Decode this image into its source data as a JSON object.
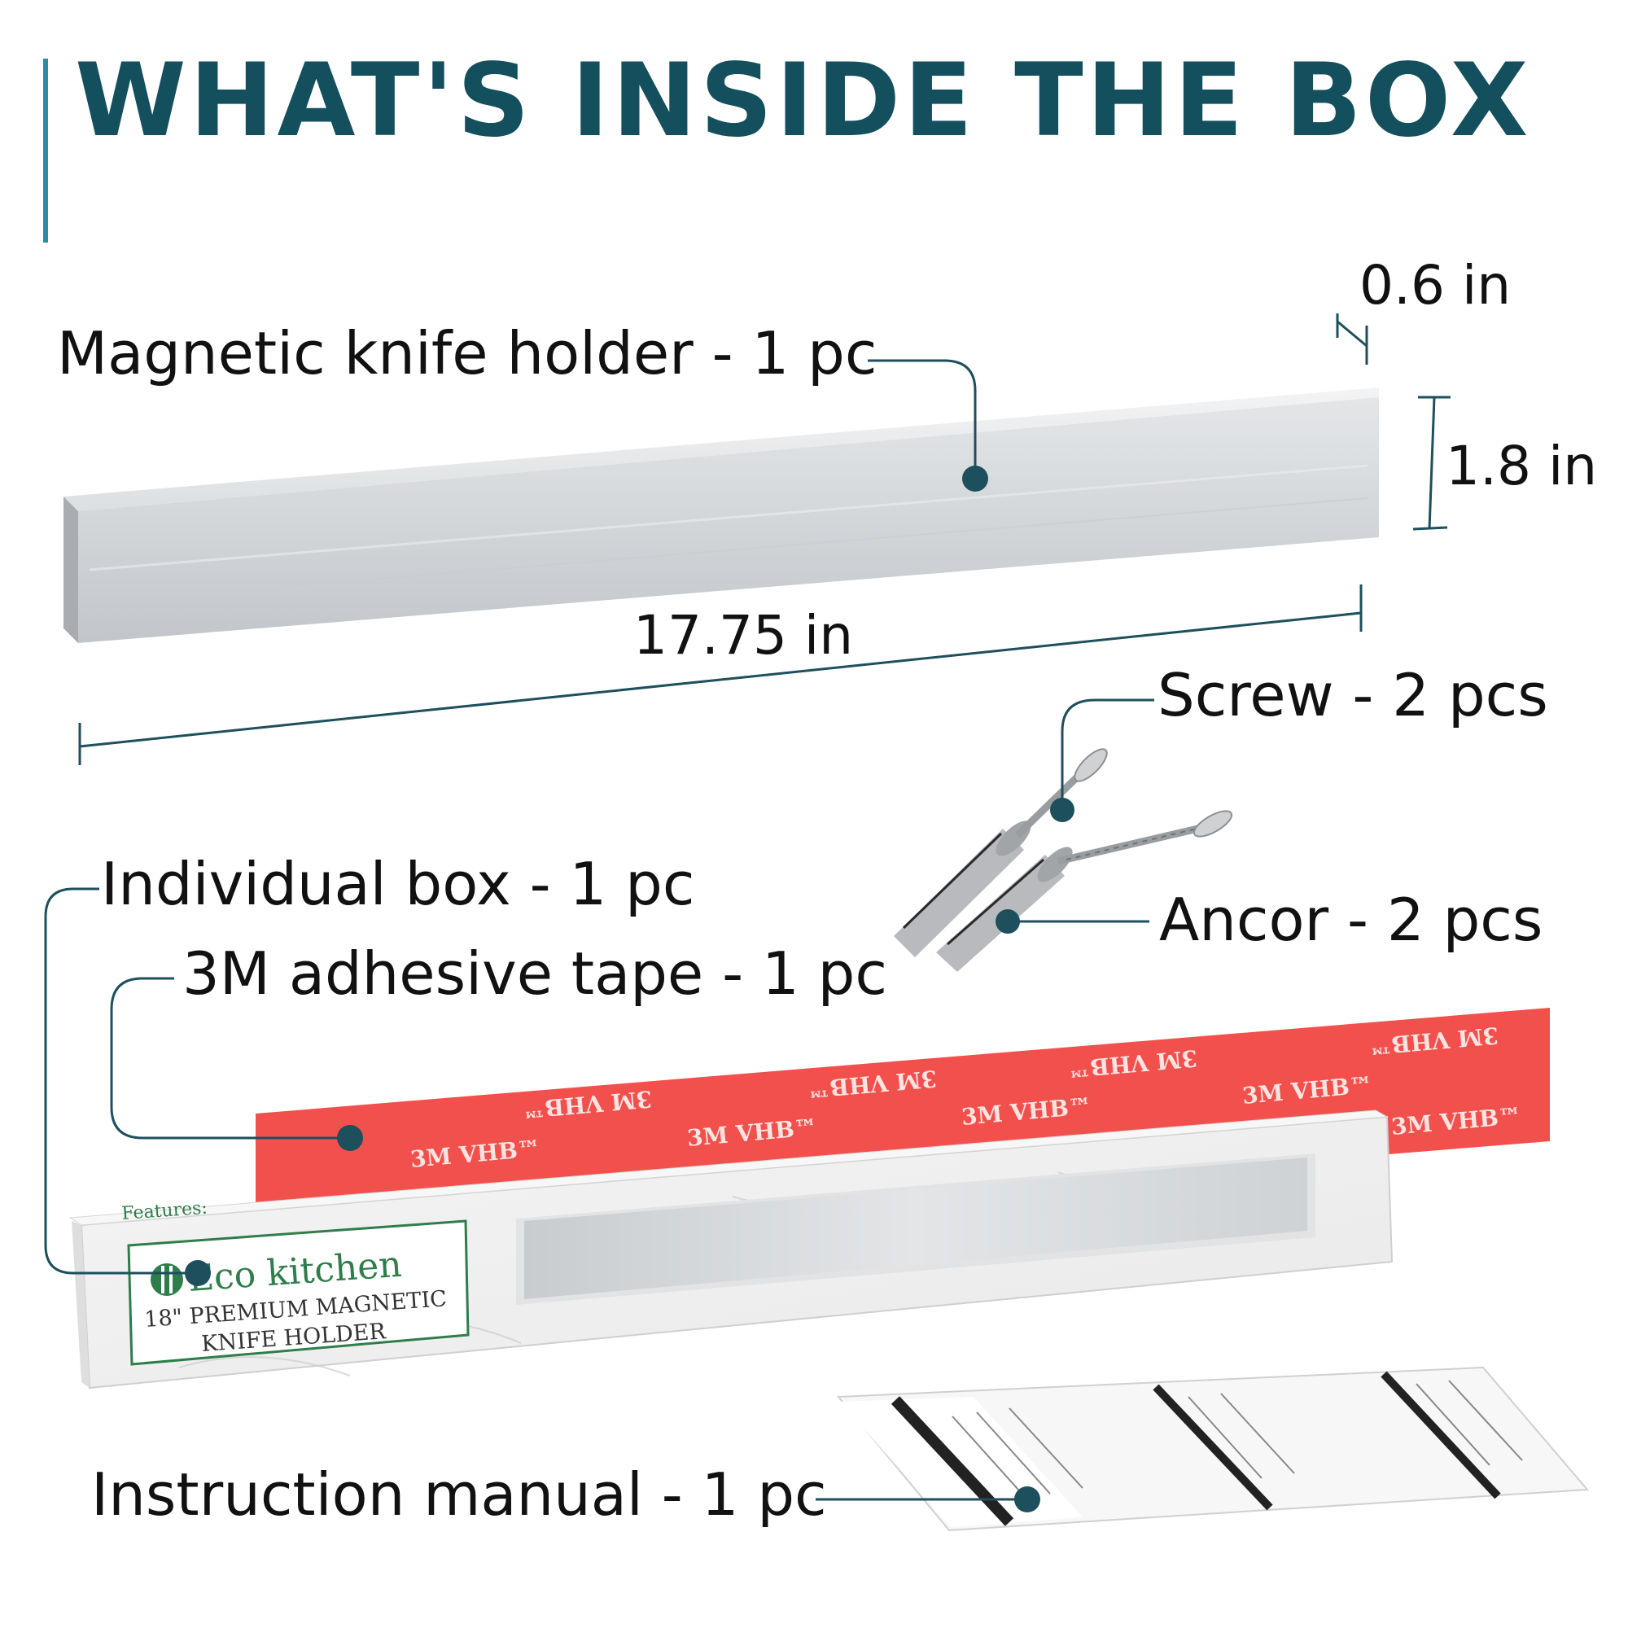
{
  "title": "WHAT'S INSIDE THE BOX",
  "colors": {
    "accent": "#144f5e",
    "tape_red": "#f2504c",
    "steel": "#d6d8da"
  },
  "items": {
    "knife_holder": "Magnetic knife holder - 1 pc",
    "screw": "Screw - 2 pcs",
    "anchor": "Ancor - 2 pcs",
    "individual_box": "Individual box - 1 pc",
    "adhesive_tape": "3M adhesive tape - 1 pc",
    "manual": "Instruction manual - 1 pc"
  },
  "dimensions": {
    "depth": "0.6 in",
    "height": "1.8 in",
    "length": "17.75 in"
  },
  "tape_print": "3M VHB™",
  "product_box": {
    "brand": "Eco kitchen",
    "line1": "18\" PREMIUM MAGNETIC",
    "line2": "KNIFE HOLDER",
    "features": "Features:"
  }
}
